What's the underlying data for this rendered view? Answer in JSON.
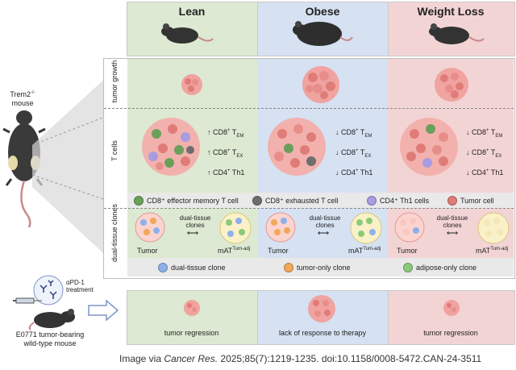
{
  "columns": [
    {
      "label": "Lean",
      "color": "#dde9d2"
    },
    {
      "label": "Obese",
      "color": "#d6e1f2"
    },
    {
      "label": "Weight Loss",
      "color": "#f3d4d5"
    }
  ],
  "left": {
    "mouse_title": "Trem2",
    "mouse_title_sup": "-/-",
    "mouse_title_line2": "mouse",
    "treatment_label": "αPD-1",
    "treatment_label_line2": "treatment",
    "bottom_mouse_line1": "E0771 tumor-bearing",
    "bottom_mouse_line2": "wild-type mouse"
  },
  "rows": {
    "tumor_growth": "tumor growth",
    "t_cells": "T cells",
    "dual_tissue_clones": "dual-tissue clones"
  },
  "tcells": {
    "lean": [
      {
        "arrow": "↑",
        "label": "CD8",
        "sup": "+",
        "sub_pre": " T",
        "sub": "EM"
      },
      {
        "arrow": "↑",
        "label": "CD8",
        "sup": "+",
        "sub_pre": " T",
        "sub": "EX"
      },
      {
        "arrow": "↑",
        "label": "CD4",
        "sup": "+",
        "sub_pre": " Th1",
        "sub": ""
      }
    ],
    "obese": [
      {
        "arrow": "↓",
        "label": "CD8",
        "sup": "+",
        "sub_pre": " T",
        "sub": "EM"
      },
      {
        "arrow": "↓",
        "label": "CD8",
        "sup": "+",
        "sub_pre": " T",
        "sub": "EX"
      },
      {
        "arrow": "↓",
        "label": "CD4",
        "sup": "+",
        "sub_pre": " Th1",
        "sub": ""
      }
    ],
    "weight_loss": [
      {
        "arrow": "↓",
        "label": "CD8",
        "sup": "+",
        "sub_pre": " T",
        "sub": "EM"
      },
      {
        "arrow": "↓",
        "label": "CD8",
        "sup": "+",
        "sub_pre": " T",
        "sub": "EX"
      },
      {
        "arrow": "↓",
        "label": "CD4",
        "sup": "+",
        "sub_pre": " Th1",
        "sub": ""
      }
    ]
  },
  "legend_cells": [
    {
      "label": "CD8⁺ effector memory T cell",
      "color": "#6aa05a"
    },
    {
      "label": "CD8⁺ exhausted T cell",
      "color": "#6e6e6e"
    },
    {
      "label": "CD4⁺ Th1 cells",
      "color": "#a99be0"
    },
    {
      "label": "Tumor cell",
      "color": "#e07c78"
    }
  ],
  "clones": {
    "dual_label": "dual-tissue",
    "dual_label2": "clones",
    "tumor": "Tumor",
    "mat": "mAT",
    "mat_sup": "Tum-adj"
  },
  "legend_clones": [
    {
      "label": "dual-tissue clone",
      "color": "#8fb0ea"
    },
    {
      "label": "tumor-only clone",
      "color": "#f0a85a"
    },
    {
      "label": "adipose-only clone",
      "color": "#8cc97a"
    }
  ],
  "outcomes": [
    {
      "label": "tumor regression"
    },
    {
      "label": "lack of response to therapy"
    },
    {
      "label": "tumor regression"
    }
  ],
  "caption": {
    "prefix": "Image via ",
    "journal": "Cancer Res.",
    "rest": " 2025;85(7):1219-1235. doi:10.1158/0008-5472.CAN-24-3511"
  }
}
